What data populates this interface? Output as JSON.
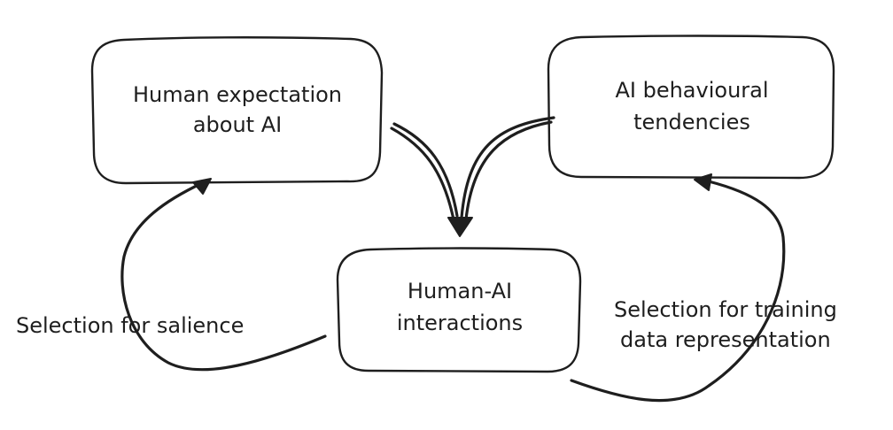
{
  "nodes": {
    "human_expectation": {
      "line1": "Human expectation",
      "line2": "about AI"
    },
    "ai_tendencies": {
      "line1": "AI behavioural",
      "line2": "tendencies"
    },
    "human_ai_interactions": {
      "line1": "Human-AI",
      "line2": "interactions"
    }
  },
  "edges": {
    "salience": {
      "label": "Selection for salience"
    },
    "training": {
      "line1": "Selection for training",
      "line2": "data representation"
    }
  }
}
